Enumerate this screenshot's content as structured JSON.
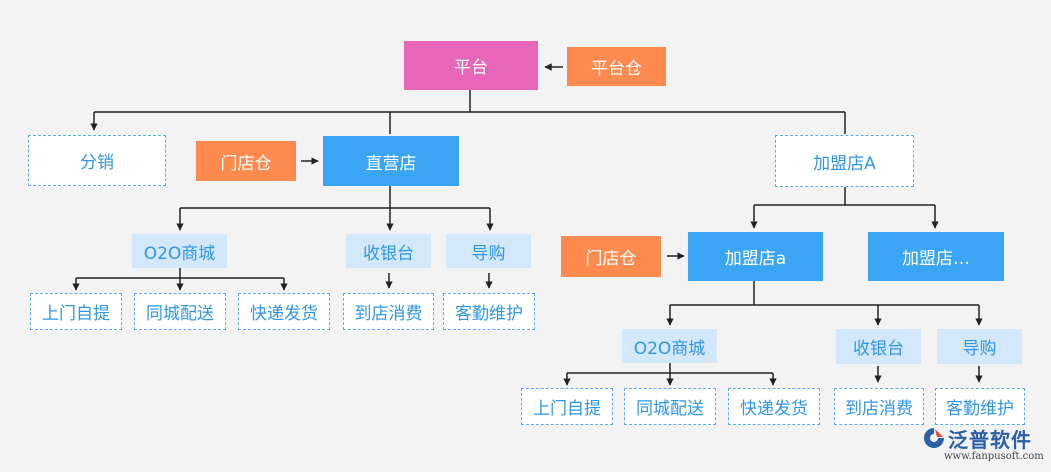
{
  "diagram": {
    "platform": "平台",
    "platform_warehouse": "平台仓",
    "distribution": "分销",
    "direct_store": "直营店",
    "store_warehouse": "门店仓",
    "franchise_A": "加盟店A",
    "franchise_a": "加盟店a",
    "franchise_more": "加盟店…",
    "o2o_mall": "O2O商城",
    "cashier": "收银台",
    "guided_purchase": "导购",
    "door_pickup": "上门自提",
    "same_city_delivery": "同城配送",
    "express_delivery": "快递发货",
    "in_store_consumption": "到店消费",
    "customer_service": "客勤维护"
  },
  "logo": {
    "name": "泛普软件",
    "url": "www.fanpusoft.com"
  },
  "colors": {
    "pink": "#e766b7",
    "orange": "#fd8a4e",
    "blue": "#3aa5f4",
    "light_blue": "#d3e8fb",
    "line": "#222222"
  }
}
